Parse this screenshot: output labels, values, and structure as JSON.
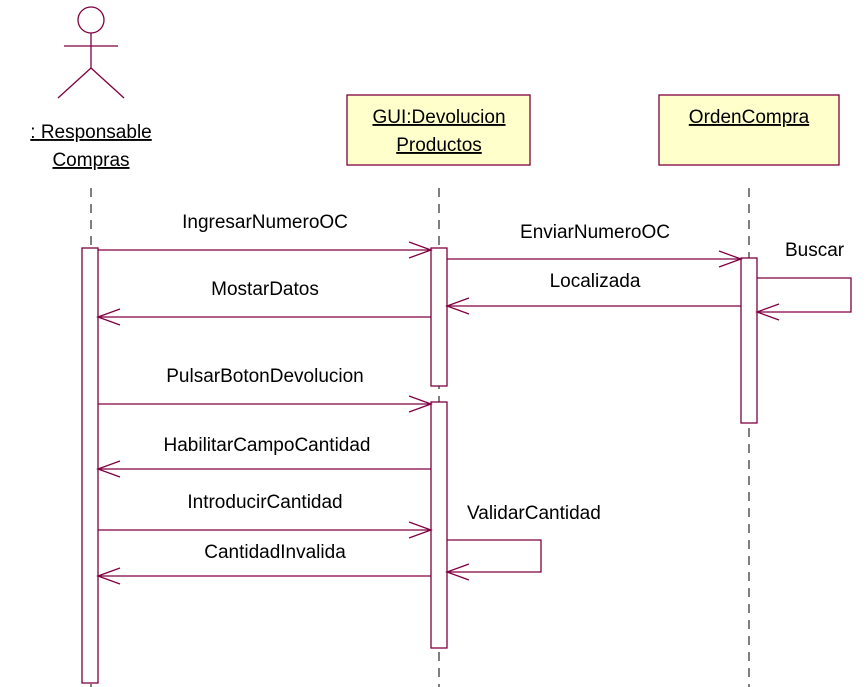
{
  "colors": {
    "line": "#800040",
    "object_fill": "#ffffcc",
    "lifeline": "#000000",
    "text": "#000000"
  },
  "actor": {
    "name_line1": ": Responsable",
    "name_line2": "Compras"
  },
  "objects": [
    {
      "line1": "GUI:Devolucion",
      "line2": "Productos"
    },
    {
      "line1": "OrdenCompra"
    }
  ],
  "messages": {
    "m1": "IngresarNumeroOC",
    "m2": "EnviarNumeroOC",
    "m3": "Buscar",
    "m4": "Localizada",
    "m5": "MostarDatos",
    "m6": "PulsarBotonDevolucion",
    "m7": "HabilitarCampoCantidad",
    "m8": "IntroducirCantidad",
    "m9": "ValidarCantidad",
    "m10": "CantidadInvalida"
  }
}
